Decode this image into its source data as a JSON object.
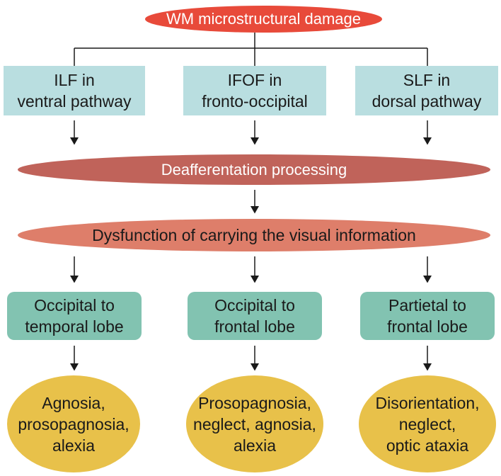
{
  "title": "WM microstructural damage",
  "pathways": [
    {
      "label": "ILF in\nventral pathway"
    },
    {
      "label": "IFOF in\nfronto-occipital"
    },
    {
      "label": "SLF in\ndorsal pathway"
    }
  ],
  "processing": "Deafferentation  processing",
  "dysfunction": "Dysfunction of carrying the visual information",
  "lobes": [
    {
      "label": "Occipital to\ntemporal lobe"
    },
    {
      "label": "Occipital to\nfrontal lobe"
    },
    {
      "label": "Partietal to\nfrontal lobe"
    }
  ],
  "symptoms": [
    {
      "label": "Agnosia,\nprosopagnosia,\nalexia"
    },
    {
      "label": "Prosopagnosia,\nneglect, agnosia,\nalexia"
    },
    {
      "label": "Disorientation,\nneglect,\noptic ataxia"
    }
  ],
  "colors": {
    "title_fill": "#e84a3a",
    "pathway_fill": "#b9dee0",
    "processing_fill": "#c0635a",
    "dysfunction_fill": "#de7e6a",
    "lobe_fill": "#82c3b1",
    "symptom_fill": "#e8c14a"
  }
}
